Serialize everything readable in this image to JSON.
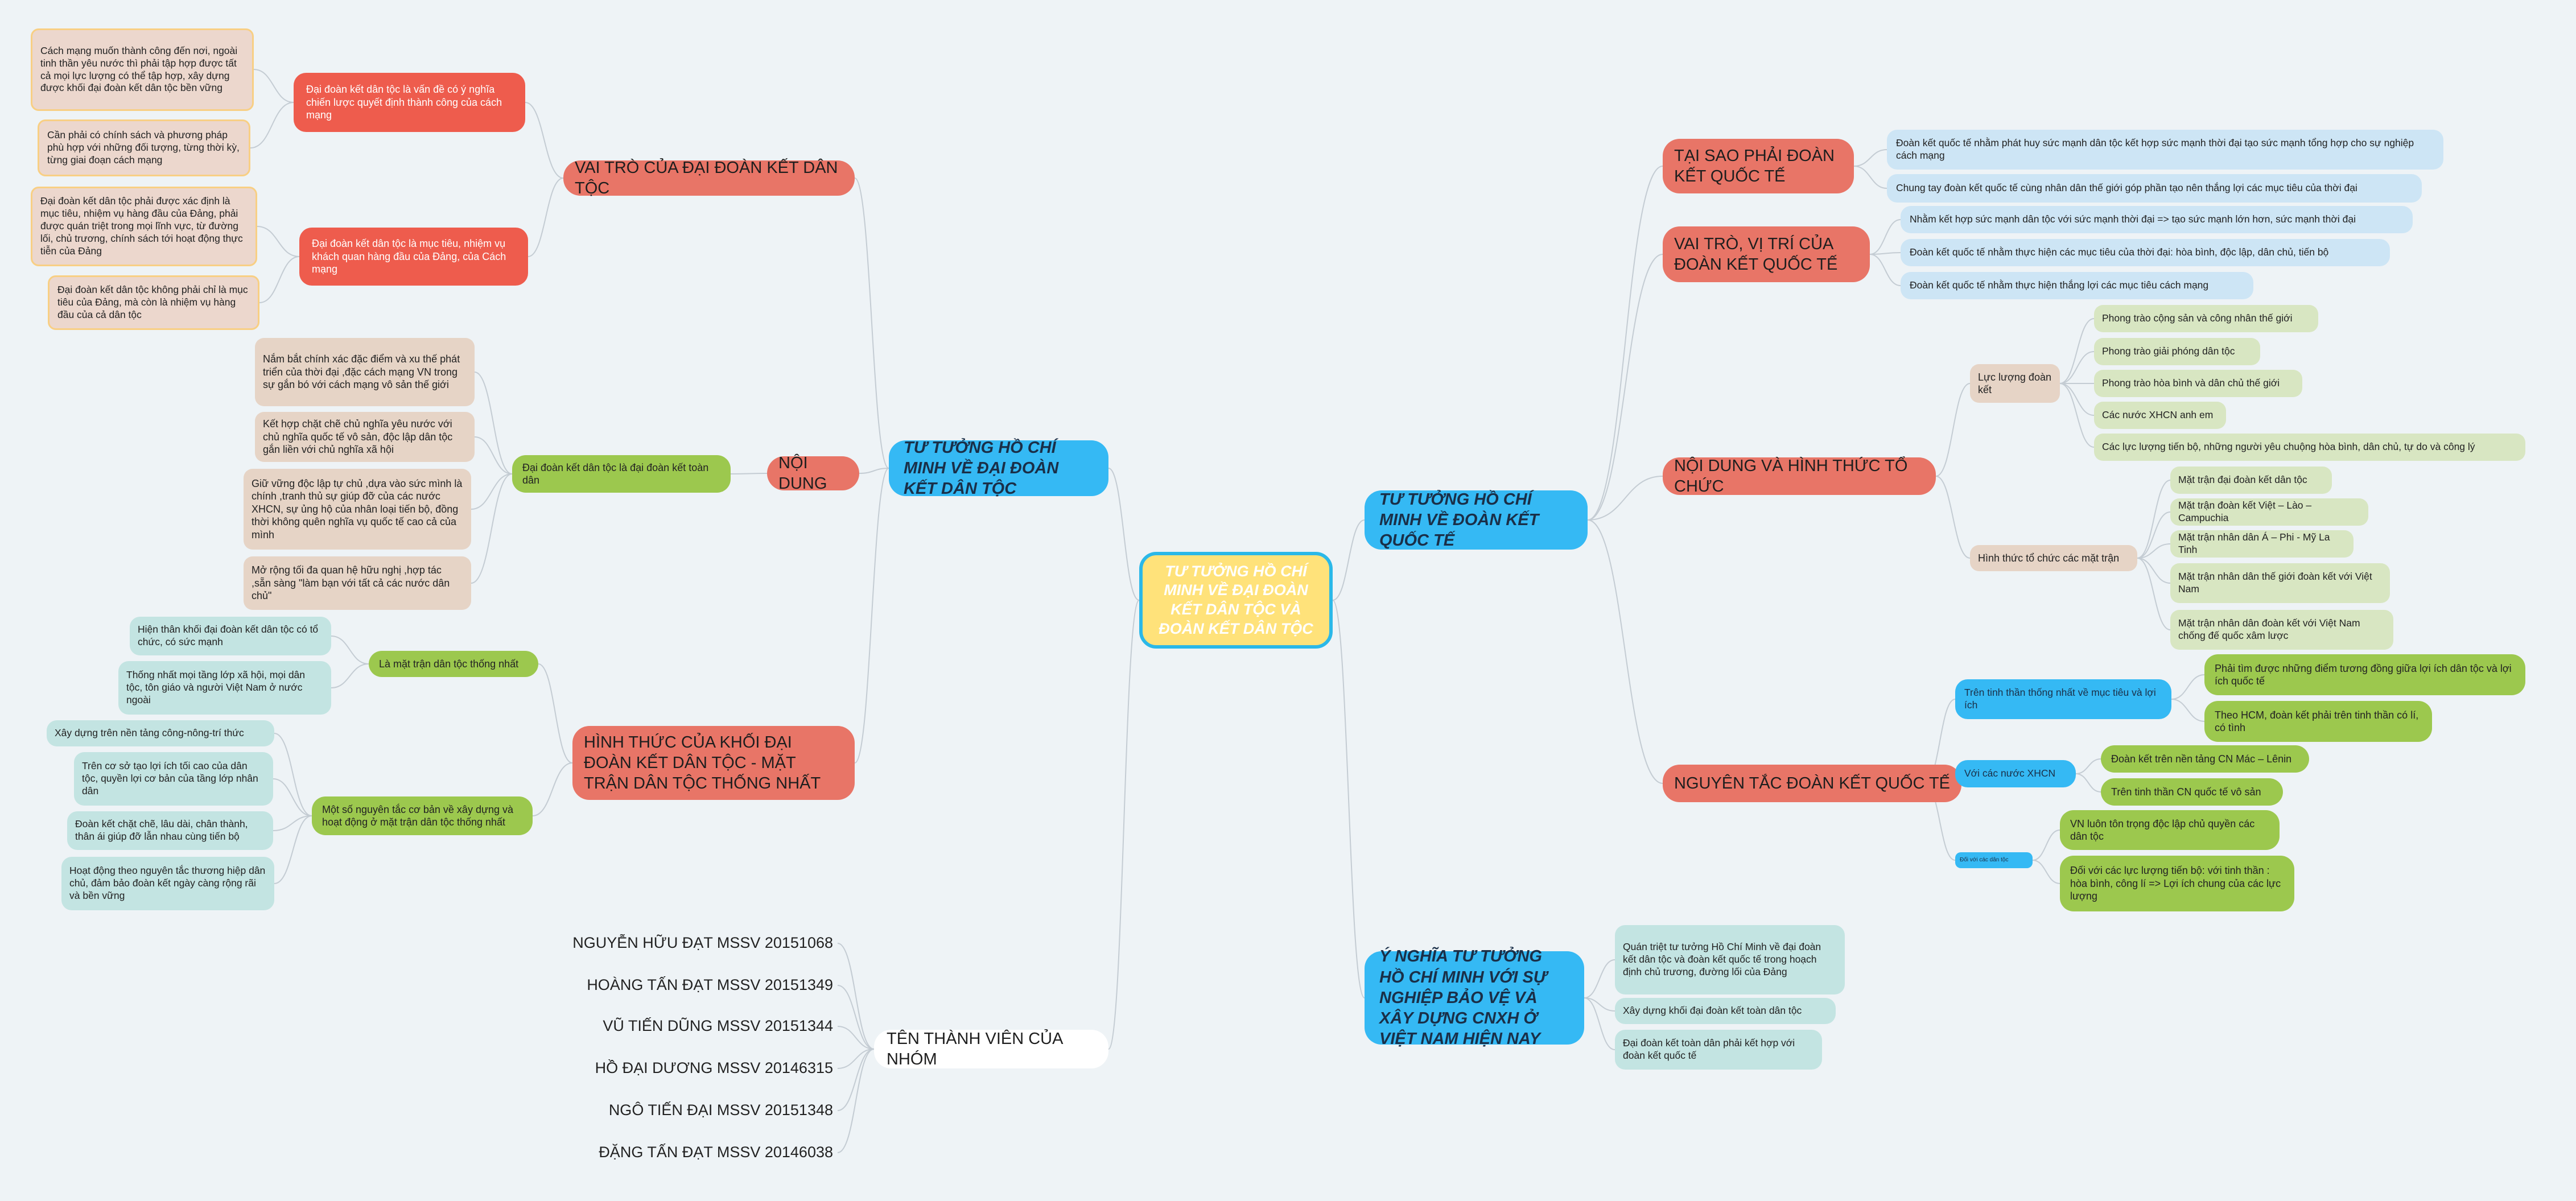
{
  "root": "TƯ TƯỞNG HỒ CHÍ MINH VỀ ĐẠI ĐOÀN KẾT DÂN TỘC VÀ ĐOÀN KẾT DÂN TỘC",
  "left": {
    "main": "TƯ TƯỞNG HỒ CHÍ MINH VỀ ĐẠI ĐOÀN KẾT DÂN TỘC",
    "vai_tro": {
      "title": "VAI TRÒ CỦA ĐẠI ĐOÀN KẾT DÂN TỘC",
      "items": [
        {
          "text": "Đại đoàn kết dân tộc là vấn đề có ý nghĩa chiến lược quyết định thành công của cách mạng",
          "notes": [
            "Cách mạng muốn thành công đến nơi, ngoài tinh thần yêu nước thì phải tập hợp được tất cả mọi lực lượng có thể tập hợp, xây dựng được khối đại đoàn kết dân tộc bền vững",
            "Cần phải có chính sách và phương pháp phù hợp với những đối tượng, từng thời kỳ, từng giai đoạn cách mạng"
          ]
        },
        {
          "text": "Đại đoàn kết dân tộc là mục tiêu, nhiệm vụ khách quan hàng đầu của Đảng, của Cách mạng",
          "notes": [
            "Đại đoàn kết dân tộc phải được xác định là mục tiêu, nhiệm vụ hàng đầu của Đảng, phải được quán triệt trong mọi lĩnh vực, từ đường lối, chủ trương, chính sách tới hoạt động thực tiễn của Đảng",
            "Đại đoàn kết dân tộc không phải chỉ là mục tiêu của Đảng, mà còn là nhiệm vụ hàng đầu của cả dân tộc"
          ]
        }
      ]
    },
    "noi_dung": {
      "title": "NỘI DUNG",
      "sub": "Đại đoàn kết dân tộc là đại đoàn kết toàn dân",
      "items": [
        "Nắm bắt chính xác đặc điểm và xu thế phát triển của thời đại ,đặc cách mạng VN trong sự gắn bó với cách mạng vô sản thế giới",
        "Kết hợp chặt chẽ chủ nghĩa yêu nước với chủ nghĩa quốc tế vô sản, độc lập dân tộc gắn liền với chủ nghĩa xã hội",
        "Giữ vững độc lập tự chủ ,dựa vào sức mình là chính ,tranh thủ sự giúp đỡ của các nước XHCN, sự ủng hộ của nhân loại tiến bộ, đồng thời không quên nghĩa vụ quốc tế cao cả của mình",
        "Mở rộng tối đa quan hệ hữu nghị ,hợp tác ,sẵn sàng \"làm bạn với tất cả các nước dân chủ\""
      ]
    },
    "hinh_thuc": {
      "title": "HÌNH THỨC CỦA KHỐI ĐẠI ĐOÀN KẾT DÂN TỘC - MẶT TRẬN DÂN TỘC THỐNG NHẤT",
      "b1": {
        "label": "Là mặt trận dân tộc thống nhất",
        "items": [
          "Hiện thân khối đại đoàn kết dân tộc có tổ chức, có sức mạnh",
          "Thống nhất mọi tầng lớp xã hội, mọi dân tộc, tôn giáo và người Việt Nam ở nước ngoài"
        ]
      },
      "b2": {
        "label": "Một số nguyên tắc cơ bản về xây dựng và hoạt động ở mặt trận dân tộc thống nhất",
        "items": [
          "Xây dựng trên nền tảng công-nông-trí thức",
          "Trên cơ sở tạo lợi ích tối cao của dân tộc, quyền lợi cơ bản của tầng lớp nhân dân",
          "Đoàn kết chặt chẽ, lâu dài, chân thành, thân ái giúp đỡ lẫn nhau cùng tiến bộ",
          "Hoạt động theo nguyên tắc thương hiệp dân chủ, đảm bảo đoàn kết ngày càng rộng rãi và bền vững"
        ]
      }
    }
  },
  "right": {
    "main": "TƯ TƯỞNG HỒ CHÍ MINH VỀ ĐOÀN KẾT QUỐC TẾ",
    "tai_sao": {
      "title": "TẠI SAO PHẢI ĐOÀN KẾT QUỐC TẾ",
      "items": [
        "Đoàn kết quốc tế nhằm phát huy sức mạnh dân tộc kết hợp sức mạnh thời đại tạo sức mạnh tổng hợp cho sự nghiệp cách mạng",
        "Chung tay đoàn kết quốc tế cùng nhân dân thế giới góp phần tạo nên thắng lợi các mục tiêu của thời đại"
      ]
    },
    "vai_tro": {
      "title": "VAI TRÒ, VỊ TRÍ CỦA ĐOÀN KẾT QUỐC TẾ",
      "items": [
        "Nhằm kết hợp sức mạnh dân tộc với sức mạnh thời đại => tạo sức mạnh lớn hơn, sức mạnh thời đại",
        "Đoàn kết quốc tế nhằm thực hiện các mục tiêu của thời đại: hòa bình, độc lập, dân chủ, tiến bộ",
        "Đoàn kết quốc tế nhằm thực hiện thắng lợi các mục tiêu cách mạng"
      ]
    },
    "noi_dung": {
      "title": "NỘI DUNG VÀ HÌNH THỨC TỔ CHỨC",
      "luc_luong": {
        "label": "Lực lượng đoàn kết",
        "items": [
          "Phong trào cộng sản và công nhân thế giới",
          "Phong trào giải phóng dân tộc",
          "Phong trào hòa bình và dân chủ thế giới",
          "Các nước XHCN anh em",
          "Các lực lượng tiến bộ, những người yêu chuộng hòa bình, dân chủ, tự do và công lý"
        ]
      },
      "hinh_thuc": {
        "label": "Hình thức tổ chức các mặt trận",
        "items": [
          "Mặt trận đại đoàn kết dân tộc",
          "Mặt trận đoàn kết Việt – Lào – Campuchia",
          "Mặt trận nhân dân Á – Phi - Mỹ La Tinh",
          "Mặt trận nhân dân thế giới đoàn kết với Việt Nam",
          "Mặt trận nhân dân đoàn kết với Việt Nam chống đế quốc xâm lược"
        ]
      }
    },
    "nguyen_tac": {
      "title": "NGUYÊN TẮC ĐOÀN KẾT QUỐC TẾ",
      "a": {
        "label": "Trên tinh thần thống nhất về mục tiêu và lợi ích",
        "items": [
          "Phải tìm được những điểm tương đồng giữa lợi ích dân tộc và lợi ích quốc tế",
          "Theo HCM, đoàn kết phải trên tinh thần có lí, có tình"
        ]
      },
      "b": {
        "label": "Với các nước XHCN",
        "items": [
          "Đoàn kết trên nền tảng CN Mác – Lênin",
          "Trên tinh thần CN quốc tế vô sản"
        ]
      },
      "c": {
        "label": "Đối với các dân tộc",
        "items": [
          "VN luôn tôn trọng độc lập chủ quyền các dân tộc",
          "Đối với các lực lượng tiến bộ: với tinh thần : hòa bình, công lí => Lợi ích chung của các lực lượng"
        ]
      }
    },
    "y_nghia": {
      "title": "Ý NGHĨA TƯ TƯỞNG HỒ CHÍ MINH VỚI SỰ NGHIỆP BẢO VỆ VÀ XÂY DỰNG CNXH Ở VIỆT NAM HIỆN NAY",
      "items": [
        "Quán triệt tư tưởng Hồ Chí Minh về đại đoàn kết dân tộc và đoàn kết quốc tế trong hoạch định chủ trương, đường lối của Đảng",
        "Xây dựng khối đại đoàn kết toàn dân tộc",
        "Đại đoàn kết toàn dân phải kết hợp với đoàn kết quốc tế"
      ]
    }
  },
  "members": {
    "title": "TÊN THÀNH VIÊN CỦA NHÓM",
    "items": [
      "NGUYỄN HỮU ĐẠT MSSV 20151068",
      "HOÀNG TẤN ĐẠT MSSV 20151349",
      "VŨ TIẾN DŨNG MSSV 20151344",
      "HỒ ĐẠI DƯƠNG MSSV 20146315",
      "NGÔ TIẾN ĐẠI MSSV 20151348",
      "ĐẶNG TẤN ĐẠT MSSV 20146038"
    ]
  }
}
